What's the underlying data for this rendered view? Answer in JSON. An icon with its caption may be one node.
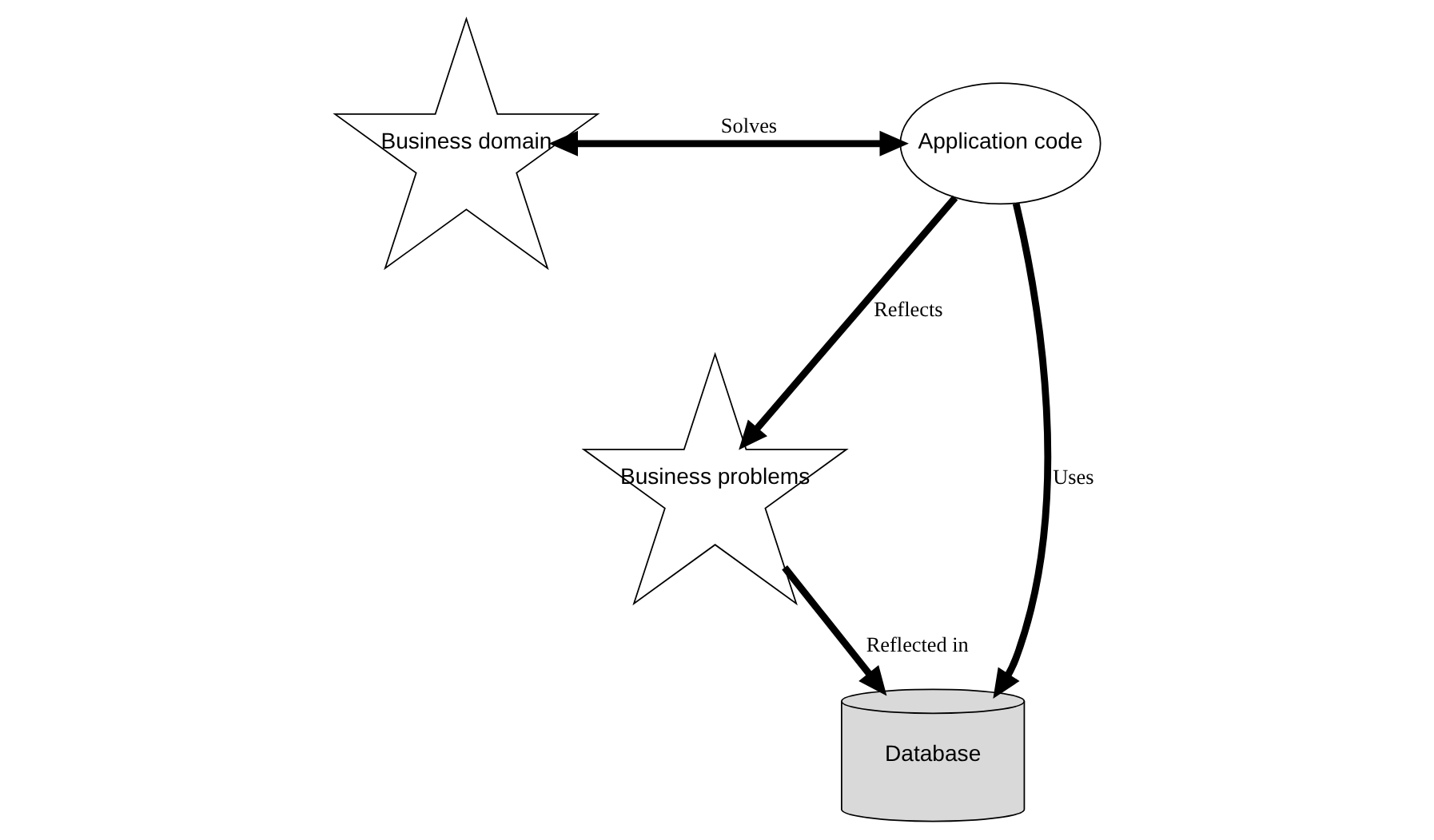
{
  "diagram": {
    "nodes": [
      {
        "text": [
          "Business domain"
        ]
      },
      {
        "text": [
          "Business problems"
        ]
      },
      {
        "text": [
          "Application code"
        ]
      },
      {
        "text": [
          "Database"
        ]
      }
    ],
    "edges": [
      {
        "from": 0,
        "to": 2,
        "arrow": "both",
        "label": "Solves"
      },
      {
        "from": 2,
        "to": 1,
        "arrow": "to",
        "label": "Reflects"
      },
      {
        "from": 1,
        "to": 3,
        "arrow": "to",
        "label": "Reflected in"
      },
      {
        "from": 2,
        "to": 3,
        "arrow": "to",
        "label": "Uses"
      }
    ]
  }
}
